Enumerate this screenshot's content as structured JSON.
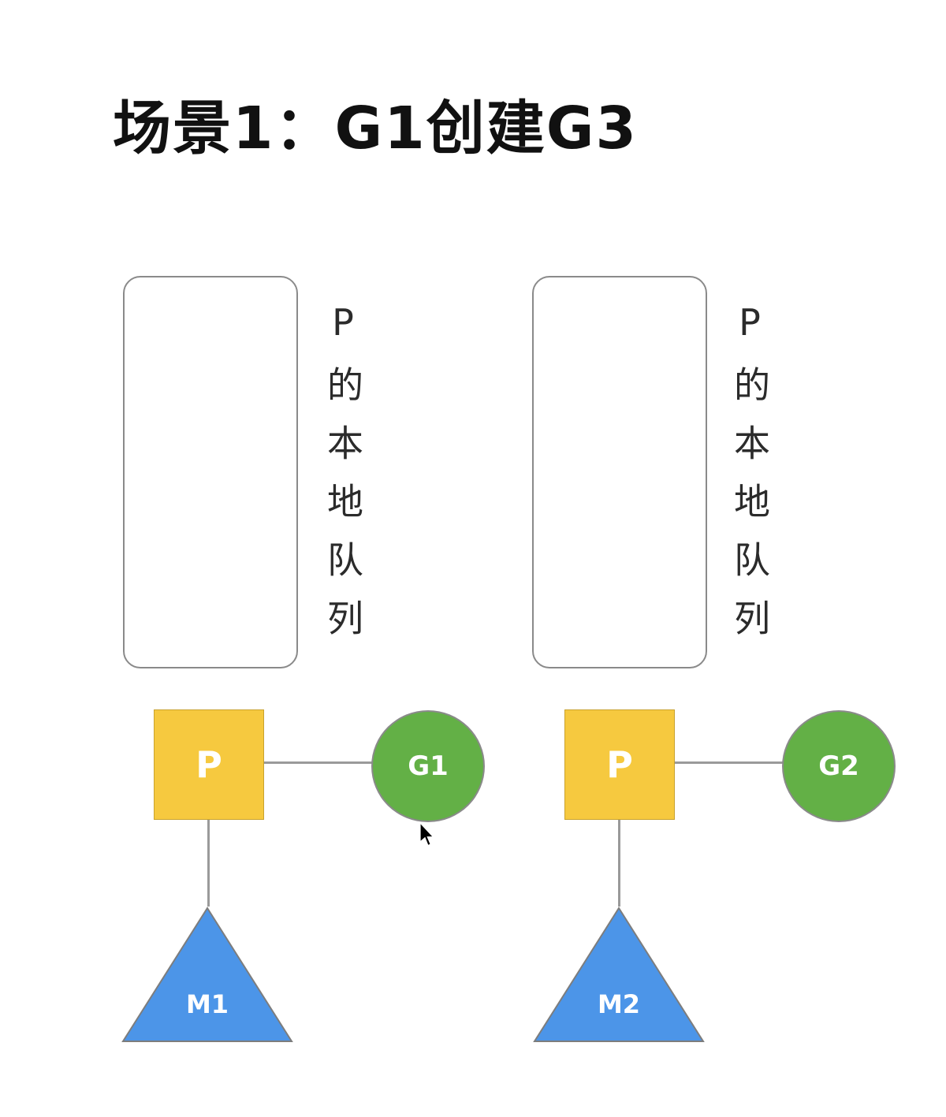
{
  "title": "场景1：G1创建G3",
  "diagram": {
    "queue_label": "P的本地队列",
    "groups": [
      {
        "p_label": "P",
        "g_label": "G1",
        "m_label": "M1"
      },
      {
        "p_label": "P",
        "g_label": "G2",
        "m_label": "M2"
      }
    ],
    "colors": {
      "p_square": "#f6c93f",
      "g_circle": "#63b046",
      "m_triangle": "#4c95e8",
      "line": "#9a9a9a",
      "border": "#8a8a8a"
    }
  }
}
